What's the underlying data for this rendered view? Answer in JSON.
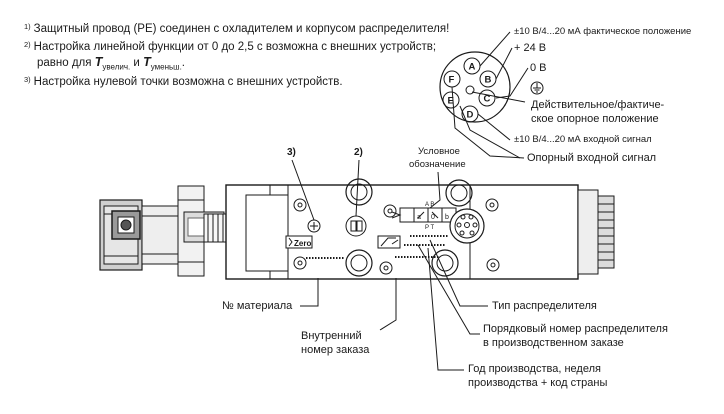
{
  "notes": {
    "n1_mark": "1)",
    "n1_text": "Защитный провод (PE) соединен с охладителем и корпусом распределителя!",
    "n2_mark": "2)",
    "n2_text_a": "Настройка линейной функции от 0 до 2,5 с возможна с внешних устройств;",
    "n2_text_b": "равно для",
    "n2_t1": "T",
    "n2_t1_sub": "увелич.",
    "n2_and": "и",
    "n2_t2": "T",
    "n2_t2_sub": "уменьш.",
    "n2_dot": ".",
    "n3_mark": "3)",
    "n3_text": "Настройка нулевой точки возможна с внешних устройств."
  },
  "connector": {
    "pins": [
      "A",
      "B",
      "C",
      "D",
      "E",
      "F"
    ],
    "label_a": "±10 В/4...20 мА фактическое положение",
    "label_b": "+ 24 В",
    "label_c": "0 В",
    "label_actual_1": "Действительное/фактиче-",
    "label_actual_2": "ское опорное положение",
    "label_d": "±10 В/4...20 мА входной сигнал",
    "label_e": "Опорный входной сигнал"
  },
  "callouts": {
    "c3": "3)",
    "c2": "2)"
  },
  "symbol": {
    "label_1": "Условное",
    "label_2": "обозначение",
    "ab": "A B",
    "ab_a": "a",
    "ab_0": "0",
    "ab_b": "b",
    "pt": "P T",
    "zero": "Zero"
  },
  "labels": {
    "material_no": "№ материала",
    "valve_type": "Тип распределителя",
    "internal_order_1": "Внутренний",
    "internal_order_2": "номер заказа",
    "serial_1": "Порядковый номер распределителя",
    "serial_2": "в производственном заказе",
    "year_1": "Год производства, неделя",
    "year_2": "производства + код страны"
  }
}
